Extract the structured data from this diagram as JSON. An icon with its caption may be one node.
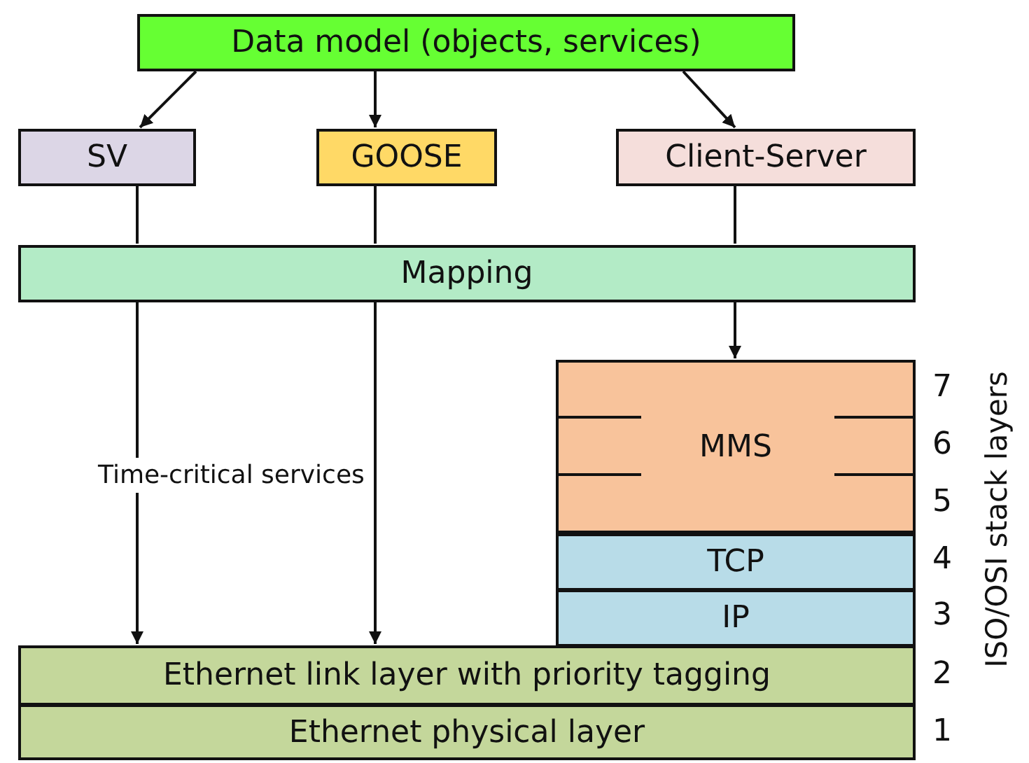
{
  "diagram": {
    "nodes": [
      {
        "text": [
          "Data model (objects, services)"
        ]
      },
      {
        "text": [
          "SV"
        ]
      },
      {
        "text": [
          "GOOSE"
        ]
      },
      {
        "text": [
          "Client-Server"
        ]
      },
      {
        "text": [
          "Mapping"
        ]
      },
      {
        "text": [
          "MMS"
        ]
      },
      {
        "text": [
          "TCP"
        ]
      },
      {
        "text": [
          "IP"
        ]
      },
      {
        "text": [
          "Ethernet link layer with priority tagging"
        ]
      },
      {
        "text": [
          "Ethernet physical layer"
        ]
      }
    ],
    "edges": [
      {
        "from": 0,
        "to": 1,
        "arrow": "to"
      },
      {
        "from": 0,
        "to": 2,
        "arrow": "to"
      },
      {
        "from": 0,
        "to": 3,
        "arrow": "to"
      },
      {
        "from": 1,
        "to": 4,
        "arrow": "none"
      },
      {
        "from": 2,
        "to": 4,
        "arrow": "none"
      },
      {
        "from": 3,
        "to": 4,
        "arrow": "none"
      },
      {
        "from": 4,
        "to": 8,
        "arrow": "to"
      },
      {
        "from": 4,
        "to": 8,
        "arrow": "to"
      },
      {
        "from": 4,
        "to": 5,
        "arrow": "to"
      }
    ],
    "labels": [
      "Time-critical services",
      "7",
      "6",
      "5",
      "4",
      "3",
      "2",
      "1",
      "ISO/OSI stack layers"
    ]
  }
}
